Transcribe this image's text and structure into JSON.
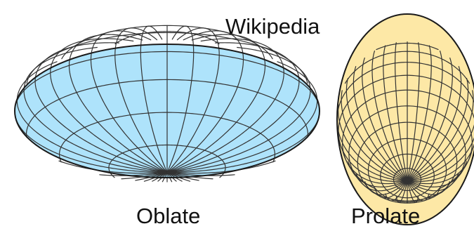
{
  "watermark": "Wikipedia",
  "figures": [
    {
      "id": "oblate",
      "label": "Oblate",
      "fill": "#aee3fb",
      "stroke": "#1a1a1a",
      "parallels": 8,
      "meridians": 36
    },
    {
      "id": "prolate",
      "label": "Prolate",
      "fill": "#fde8a6",
      "stroke": "#1a1a1a",
      "parallels": 16,
      "meridians": 36
    }
  ]
}
